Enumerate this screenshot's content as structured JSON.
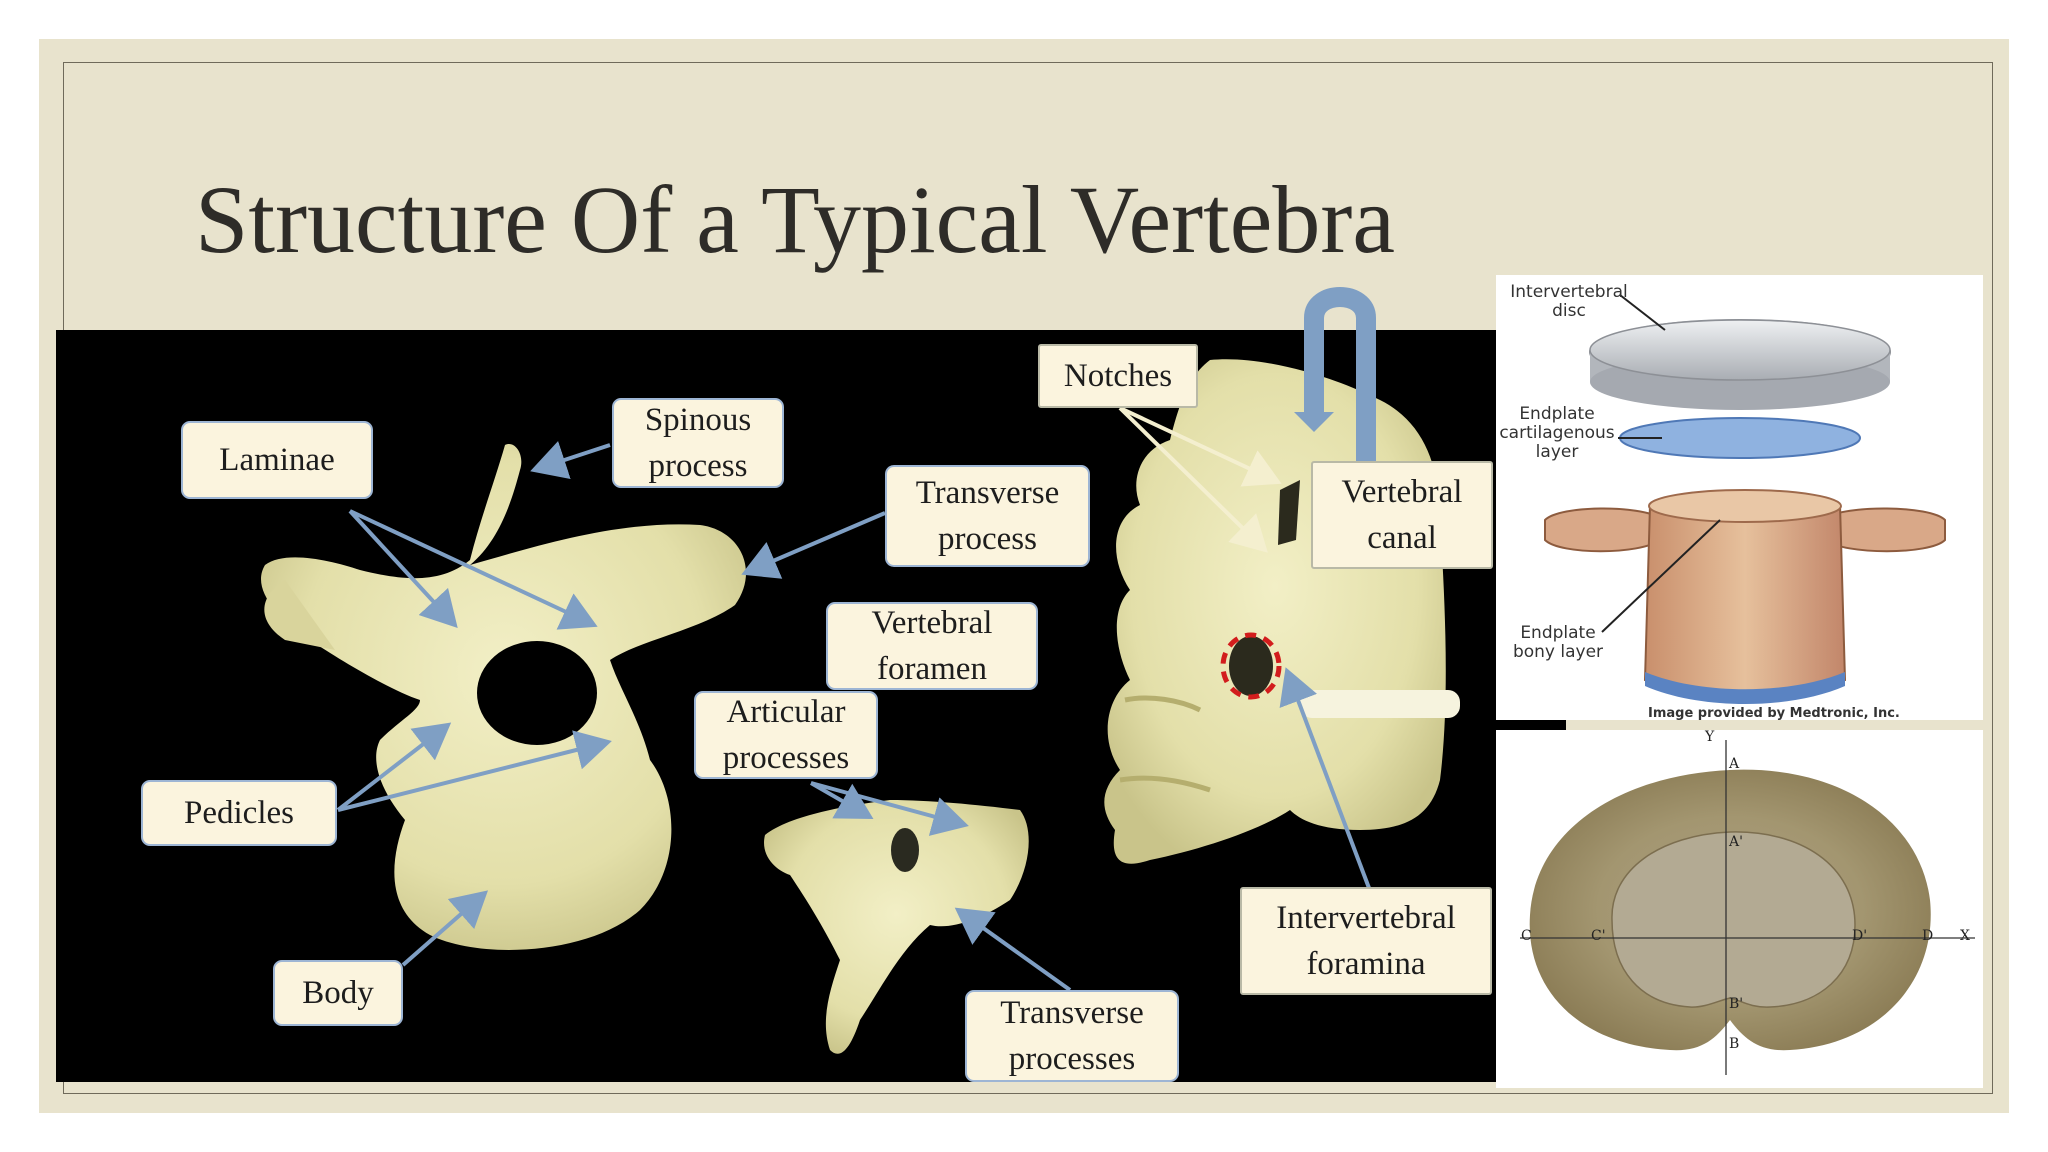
{
  "slide": {
    "title": "Structure Of a Typical Vertebra",
    "colors": {
      "background": "#e8e3cd",
      "label_fill": "#fbf4de",
      "label_border": "#9db5d4",
      "arrow": "#7f9fc4",
      "bone": "#e6e2b2"
    }
  },
  "labels": {
    "laminae": "Laminae",
    "spinous_process": "Spinous\nprocess",
    "transverse_process": "Transverse\nprocess",
    "vertebral_foramen": "Vertebral\nforamen",
    "articular_processes": "Articular\nprocesses",
    "pedicles": "Pedicles",
    "body": "Body",
    "transverse_processes": "Transverse\nprocesses",
    "notches": "Notches",
    "vertebral_canal": "Vertebral\ncanal",
    "intervertebral_foramina": "Intervertebral\nforamina"
  },
  "disc_figure": {
    "intervertebral_disc": "Intervertebral\ndisc",
    "endplate_cartilagenous": "Endplate\ncartilagenous\nlayer",
    "endplate_bony": "Endplate\nbony layer",
    "credit": "Image provided by Medtronic, Inc."
  },
  "cross_section": {
    "axis_labels": {
      "y": "Y",
      "a": "A",
      "a_prime": "A'",
      "c": "C",
      "c_prime": "C'",
      "d_prime": "D'",
      "d": "D",
      "x": "X",
      "b_prime": "B'",
      "b": "B"
    }
  }
}
